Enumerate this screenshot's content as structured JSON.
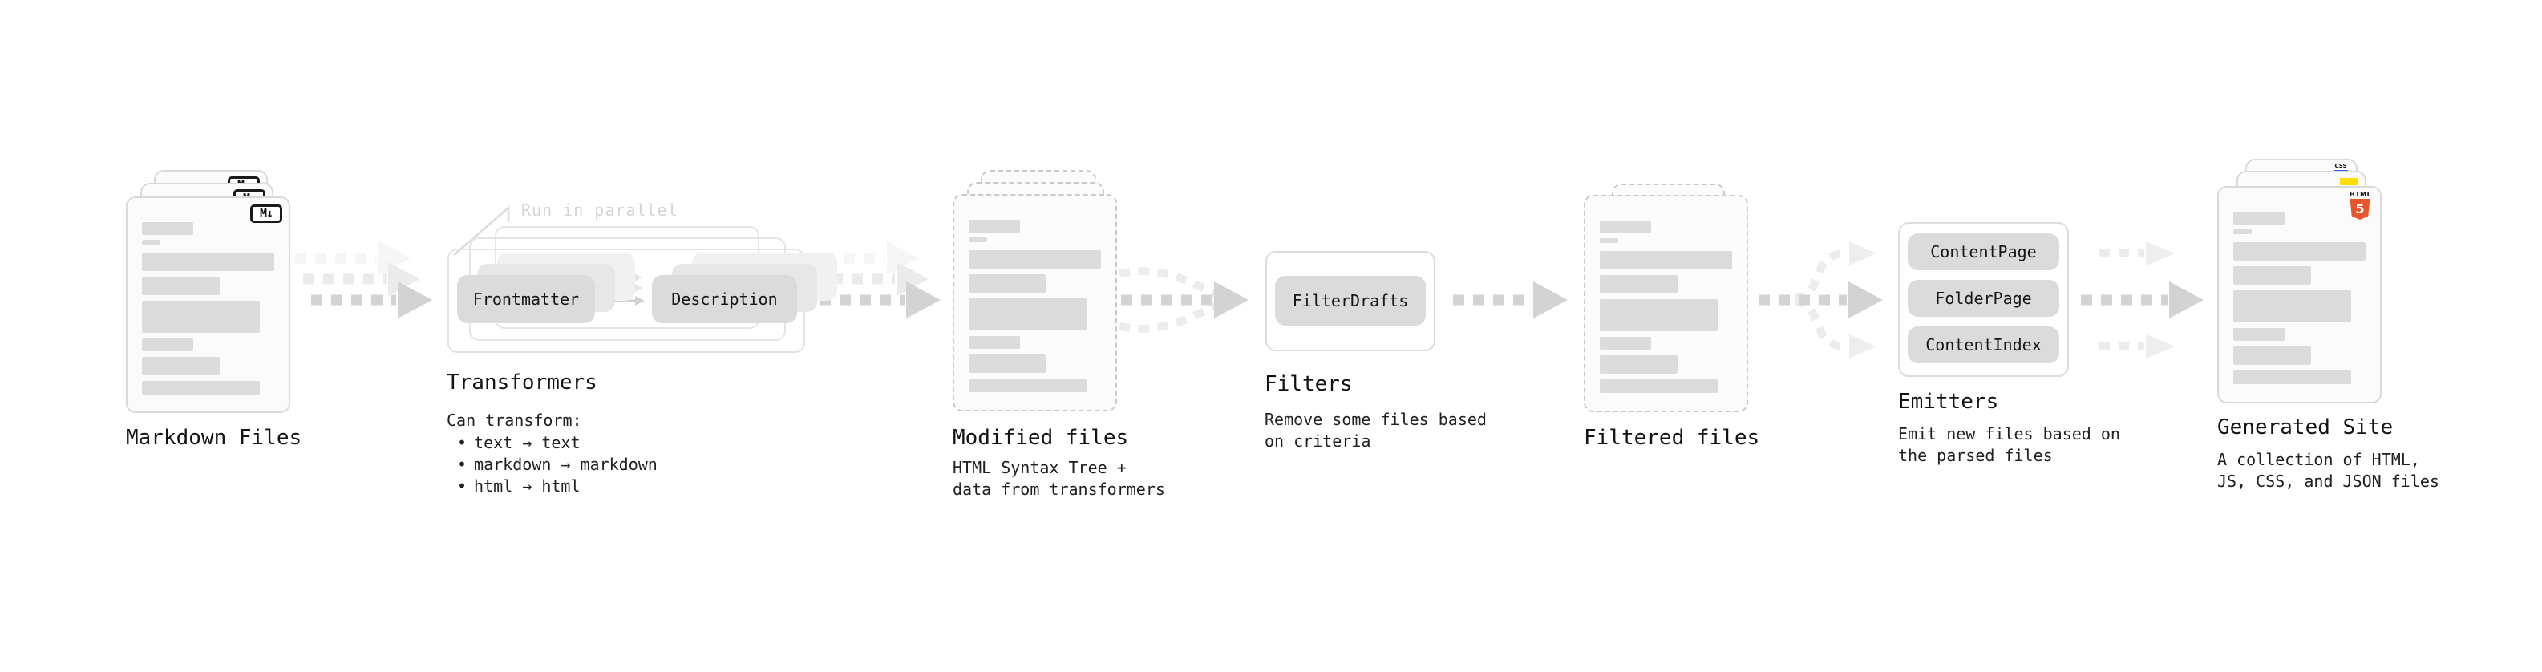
{
  "bullet_char": "•",
  "sections": {
    "markdown_files": {
      "label": "Markdown Files",
      "file_badge": "M↓"
    },
    "transformers": {
      "label": "Transformers",
      "callout": "Run in parallel",
      "pill_left": "Frontmatter",
      "pill_right": "Description",
      "subtitle": "Can transform:",
      "bullets": [
        "text → text",
        "markdown → markdown",
        "html → html"
      ]
    },
    "modified_files": {
      "label": "Modified files",
      "description_lines": [
        "HTML Syntax Tree +",
        "data from transformers"
      ]
    },
    "filters": {
      "label": "Filters",
      "pill": "FilterDrafts",
      "description_lines": [
        "Remove some files based",
        "on criteria"
      ]
    },
    "filtered_files": {
      "label": "Filtered files"
    },
    "emitters": {
      "label": "Emitters",
      "pills": [
        "ContentPage",
        "FolderPage",
        "ContentIndex"
      ],
      "description_lines": [
        "Emit new files based on",
        "the parsed files"
      ]
    },
    "generated_site": {
      "label": "Generated Site",
      "description_lines": [
        "A collection of HTML,",
        "JS, CSS, and JSON files"
      ],
      "css_badge": "CSS",
      "html_badge_word": "HTML",
      "html_badge_number": "5"
    }
  },
  "colors": {
    "arrow_gray": "#d3d3d3",
    "arrow_ghost": "#ebebeb",
    "arrow_faint": "#ececec",
    "pill_gray": "#dbdbdb",
    "css_blue": "#2b62e8",
    "js_yellow": "#ffdd00",
    "html_orange": "#e8542c"
  }
}
